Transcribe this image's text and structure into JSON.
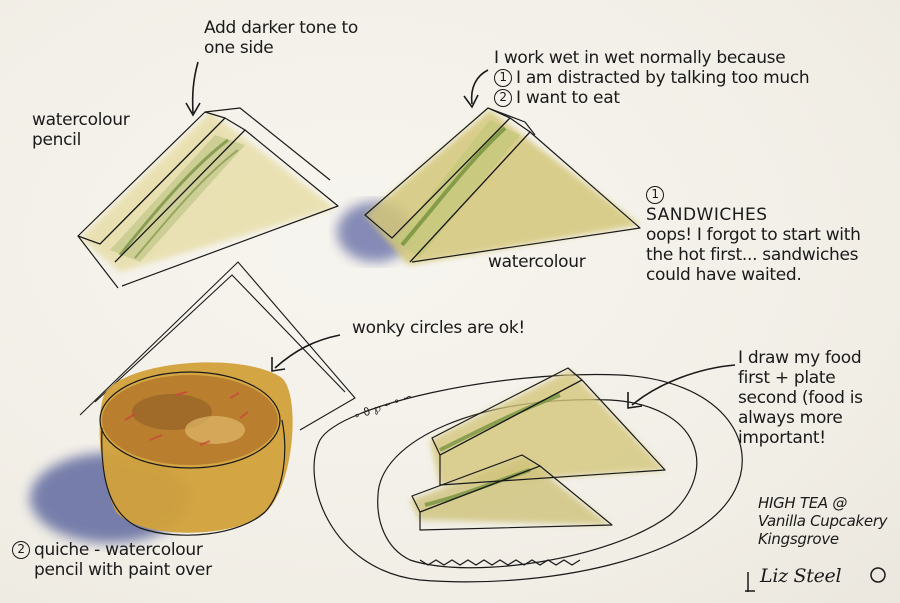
{
  "annotations": {
    "darker_tone": [
      "Add darker tone to",
      "one side"
    ],
    "watercolour_pencil": [
      "watercolour",
      "pencil"
    ],
    "wet_in_wet": {
      "intro": "I work wet in wet normally because",
      "reasons": [
        {
          "num": "1",
          "text": "I am distracted by talking too much"
        },
        {
          "num": "2",
          "text": "I want to eat"
        }
      ]
    },
    "watercolour": "watercolour",
    "sandwiches": {
      "num": "1",
      "title": "SANDWICHES",
      "lines": [
        "oops! I forgot to start with",
        "the hot first... sandwiches",
        "could have waited."
      ]
    },
    "wonky": "wonky circles are ok!",
    "draw_food": [
      "I draw my food",
      "first + plate",
      "second (food is",
      "always more",
      "important!"
    ],
    "quiche": {
      "num": "2",
      "lines": [
        "quiche - watercolour",
        "pencil with paint over"
      ]
    },
    "high_tea": [
      "HIGH TEA @",
      "Vanilla Cupcakery",
      "Kingsgrove"
    ],
    "signature": "Liz Steel"
  },
  "colors": {
    "paper": "#f3f0e8",
    "ink": "#1a1a1a",
    "bread": "#d9cc7a",
    "cucumber": "#7f9a4e",
    "quiche": "#c9962f",
    "shadow": "#5a6296"
  }
}
